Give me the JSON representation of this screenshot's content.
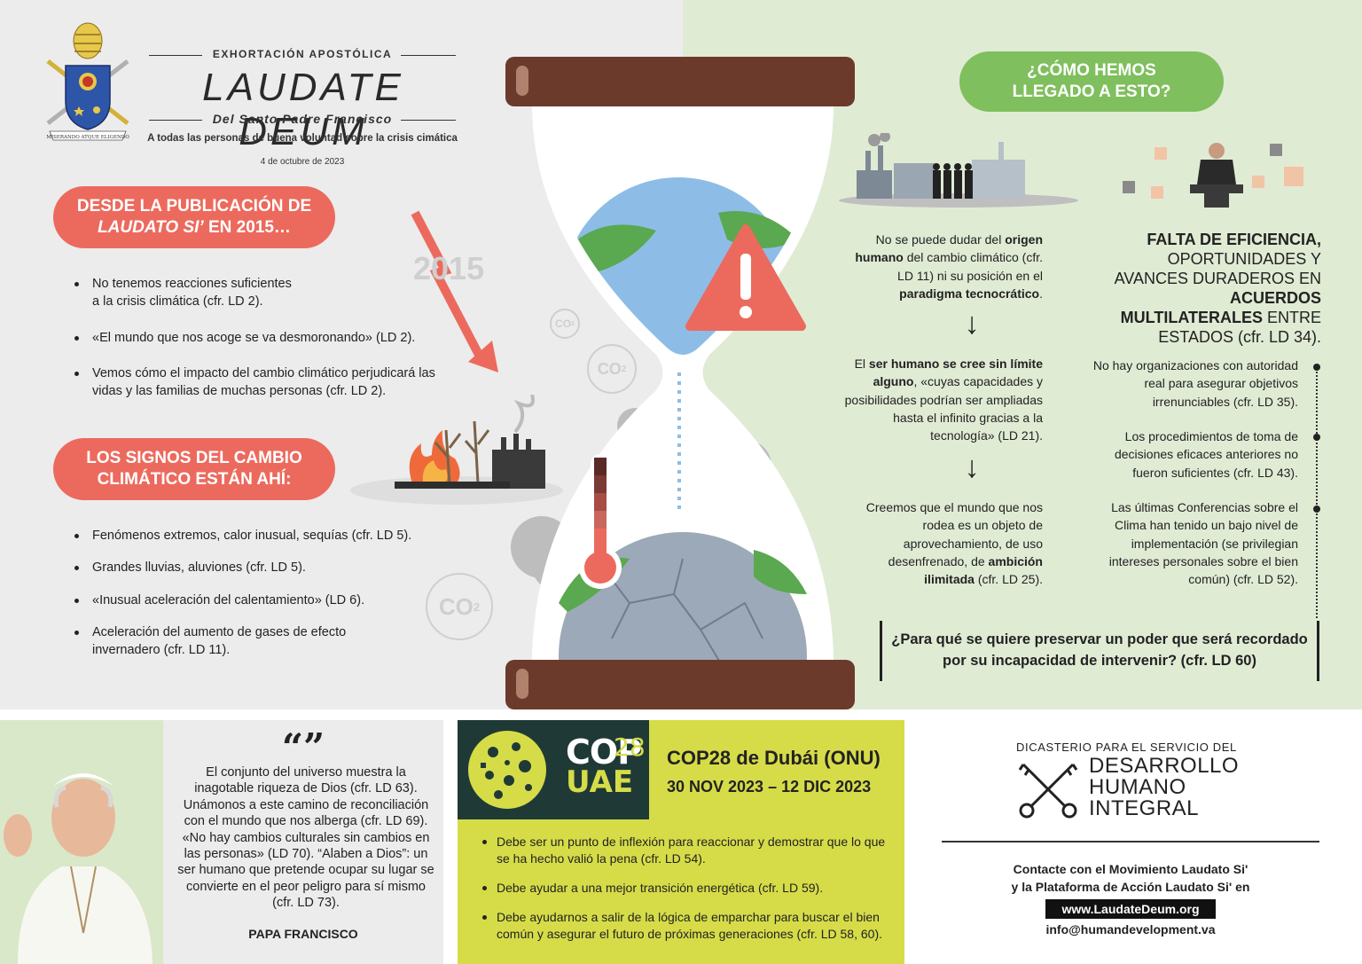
{
  "header": {
    "pre_title": "EXHORTACIÓN APOSTÓLICA",
    "title": "LAUDATE DEUM",
    "subtitle": "Del Santo Padre Francisco",
    "audience": "A todas las personas de buena voluntad sobre la crisis cimática",
    "date": "4 de octubre de 2023",
    "emblem_motto": "MISERANDO ATQUE ELIGENDO"
  },
  "left": {
    "pill1_line1": "DESDE LA PUBLICACIÓN DE",
    "pill1_line2_italic": "LAUDATO SI’",
    "pill1_line2_rest": " EN 2015…",
    "list1": [
      "No tenemos reacciones suficientes a la crisis climática (cfr. LD 2).",
      "«El mundo que nos acoge se va desmoronando» (LD 2).",
      "Vemos cómo el impacto del cambio climático perjudicará las vidas y las familias de muchas personas (cfr. LD 2)."
    ],
    "pill2_line1": "LOS SIGNOS DEL CAMBIO",
    "pill2_line2": "CLIMÁTICO ESTÁN AHÍ:",
    "list2": [
      "Fenómenos extremos, calor inusual, sequías (cfr. LD 5).",
      "Grandes lluvias, aluviones (cfr. LD 5).",
      "«Inusual aceleración del calentamiento» (LD 6).",
      "Aceleración del aumento de gases de efecto invernadero (cfr. LD 11)."
    ],
    "year_label": "2015",
    "co2": "CO",
    "co2_sub": "2"
  },
  "right": {
    "pill_line1": "¿CÓMO HEMOS",
    "pill_line2": "LLEGADO A ESTO?",
    "b1_pre": "No se puede dudar del ",
    "b1_bold1": "origen humano",
    "b1_mid": " del cambio climático (cfr. LD 11) ni su posición en el ",
    "b1_bold2": "paradigma tecnocrático",
    "b1_end": ".",
    "b2_pre": "El ",
    "b2_bold": "ser humano se cree sin límite alguno",
    "b2_rest": ", «cuyas capacidades y posibilidades podrían ser ampliadas hasta el infinito gracias a la tecnología» (LD 21).",
    "b3_pre": "Creemos que el mundo que nos rodea es un objeto de aprovechamiento, de uso desenfrenado, de ",
    "b3_bold": "ambición ilimitada",
    "b3_rest": " (cfr. LD 25).",
    "arrow": "↓",
    "falta_bold1": "FALTA DE EFICIENCIA,",
    "falta_mid": "OPORTUNIDADES Y AVANCES DURADEROS EN ",
    "falta_bold2": "ACUERDOS MULTILATERALES",
    "falta_end": " ENTRE ESTADOS (cfr. LD 34).",
    "points": [
      "No hay organizaciones con autoridad real para asegurar objetivos irrenunciables (cfr. LD 35).",
      "Los procedimientos de toma de decisiones eficaces anteriores no fueron suficientes (cfr. LD 43).",
      "Las últimas Conferencias sobre el Clima han tenido un bajo nivel de implementación (se privilegian intereses personales sobre el bien común) (cfr. LD 52)."
    ],
    "question": "¿Para qué se quiere preservar un poder que será recordado por su incapacidad de intervenir? (cfr. LD 60)"
  },
  "quote": {
    "mark": "“”",
    "text": "El conjunto del universo muestra la inagotable riqueza de Dios (cfr. LD 63). Unámonos a este camino de reconciliación con el mundo que nos alberga (cfr. LD 69). «No hay cambios culturales sin cambios en las personas» (LD 70). “Alaben a Dios”: un ser humano que pretende ocupar su lugar se convierte en el peor peligro para sí mismo (cfr. LD 73).",
    "author": "PAPA FRANCISCO"
  },
  "cop": {
    "logo_cop": "COP",
    "logo_28": "28",
    "logo_uae": "UAE",
    "title": "COP28 de Dubái (ONU)",
    "dates": "30 NOV 2023 – 12 DIC 2023",
    "items": [
      "Debe ser un punto de inflexión para reaccionar y demostrar que lo que se ha hecho valió la pena (cfr. LD 54).",
      "Debe ayudar a una mejor transición energética (cfr. LD 59).",
      "Debe ayudarnos a salir de la lógica de emparchar para buscar el bien común y asegurar el futuro de próximas generaciones (cfr. LD 58, 60)."
    ]
  },
  "dicastery": {
    "small": "DICASTERIO PARA EL SERVICIO DEL",
    "line1": "DESARROLLO",
    "line2": "HUMANO",
    "line3": "INTEGRAL",
    "contact1": "Contacte con el Movimiento Laudato Si'",
    "contact2": "y la Plataforma de Acción Laudato Si' en",
    "web": "www.LaudateDeum.org",
    "email": "info@humandevelopment.va"
  },
  "colors": {
    "coral": "#ec6a5d",
    "green": "#7fbf5d",
    "cop_yellow": "#d6dc48",
    "cop_dark": "#1f3a36",
    "frame_brown": "#6b3a2a"
  }
}
